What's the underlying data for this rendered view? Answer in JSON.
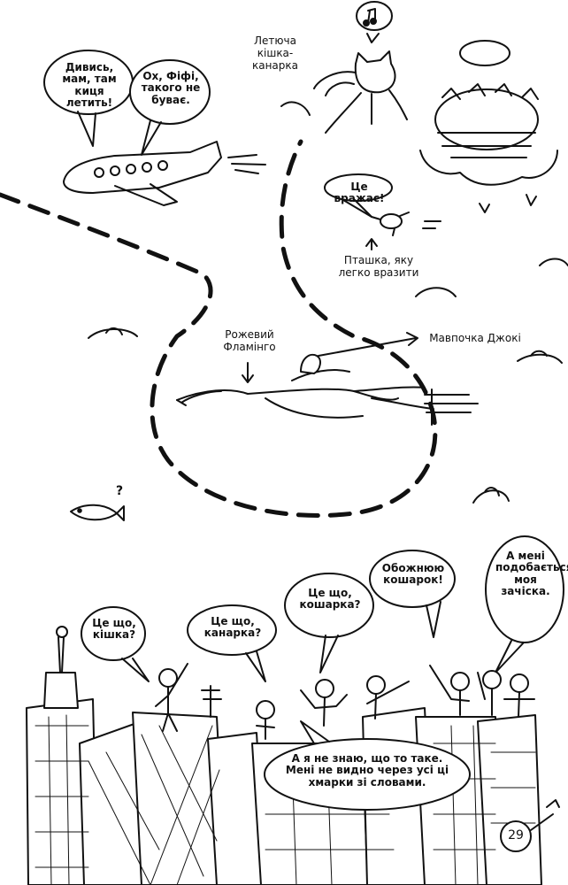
{
  "captions": {
    "cat_canary": "Летюча кішка-канарка",
    "bird": "Пташка, яку легко вразити",
    "flamingo": "Рожевий Фламінго",
    "monkey": "Мавпочка Джокі"
  },
  "bubbles": {
    "child_plane": "Дивись, мам, там киця летить!",
    "mom_plane": "Ох, Фіфі, такого не буває.",
    "bird_says": "Це вражає!",
    "kid_cat": "Це що, кішка?",
    "kid_canary": "Це що, канарка?",
    "kid_catbasket": "Це що, кошарка?",
    "kid_love": "Обожнюю кошарок!",
    "kid_hair": "А мені подобається моя зачіска.",
    "kid_unknown": "А я не знаю, що то таке. Мені не видно через усі ці хмарки зі словами."
  },
  "fish_mark": "?",
  "page_number": "29"
}
